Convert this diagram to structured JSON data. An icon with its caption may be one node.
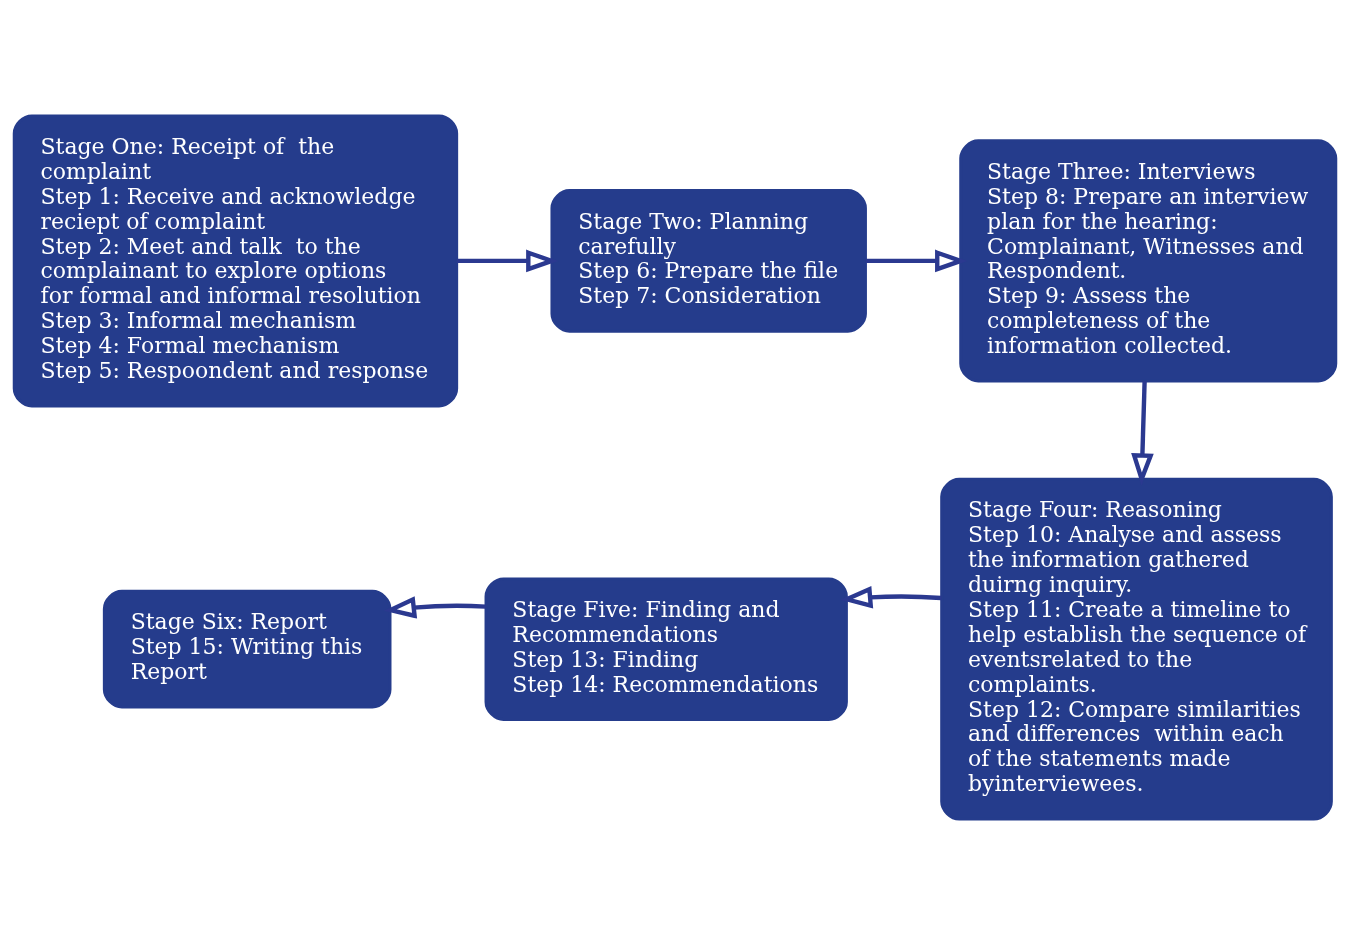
{
  "diagram": {
    "nodes": [
      {
        "text": [
          "Stage One: Receipt of  the complaint",
          "Step 1: Receive and acknowledge reciept of complaint",
          "Step 2: Meet and talk  to the complainant to explore options  for formal and informal resolution",
          "Step 3: Informal mechanism",
          "Step 4: Formal mechanism",
          "Step 5: Respoondent and response"
        ]
      },
      {
        "text": [
          "Stage Two: Planning carefully",
          "Step 6: Prepare the file",
          "Step 7: Consideration"
        ]
      },
      {
        "text": [
          "Stage Three: Interviews",
          "Step 8: Prepare an interview plan for the hearing: Complainant, Witnesses and Respondent.",
          "Step 9: Assess the completeness of the information collected."
        ]
      },
      {
        "text": [
          "Stage Four: Reasoning",
          "Step 10: Analyse and assess the information gathered duirng inquiry.",
          "Step 11: Create a timeline to help establish the sequence of eventsrelated to the complaints.",
          "Step 12: Compare similarities and differences  within each of the statements made byinterviewees."
        ]
      },
      {
        "text": [
          "Stage Five: Finding and Recommendations",
          "Step 13: Finding",
          "Step 14: Recommendations"
        ]
      },
      {
        "text": [
          "Stage Six: Report",
          "Step 15: Writing this Report"
        ]
      }
    ],
    "edges": [
      {
        "from": 0,
        "to": 1,
        "arrow": "to"
      },
      {
        "from": 1,
        "to": 2,
        "arrow": "to"
      },
      {
        "from": 2,
        "to": 3,
        "arrow": "to"
      },
      {
        "from": 3,
        "to": 4,
        "arrow": "to"
      },
      {
        "from": 4,
        "to": 5,
        "arrow": "to"
      }
    ]
  }
}
